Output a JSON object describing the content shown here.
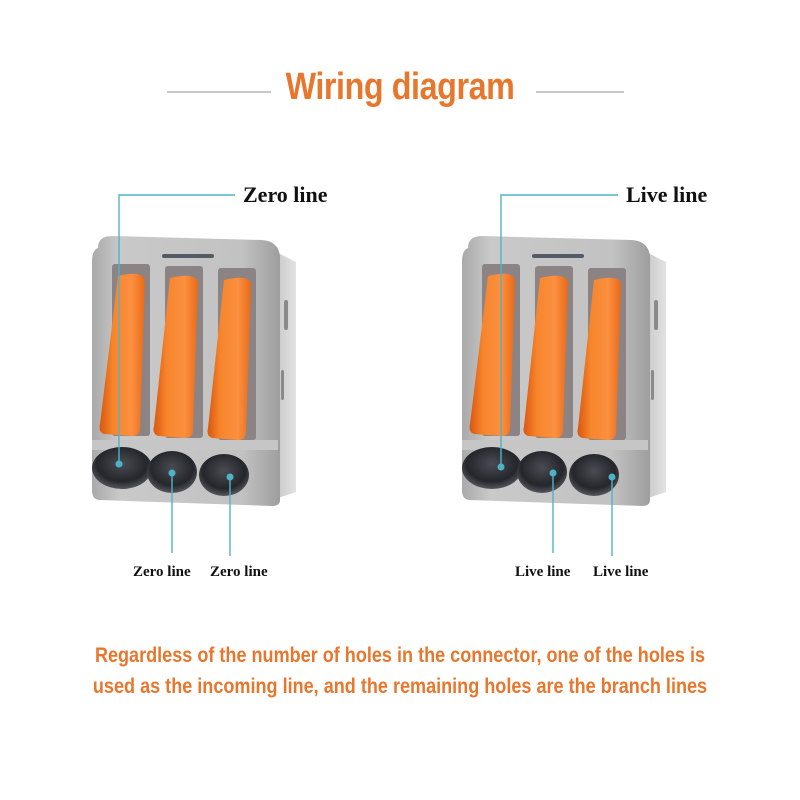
{
  "title": "Wiring diagram",
  "colors": {
    "accent": "#e8772e",
    "leader_line": "#4fb3c8",
    "housing": "#b9b9b9",
    "lever": "#f47a20",
    "hole": "#2b2d33",
    "divider": "#c8c8c8"
  },
  "connectors": [
    {
      "name": "left",
      "top_label": "Zero line",
      "bottom_labels": [
        "Zero line",
        "Zero line"
      ]
    },
    {
      "name": "right",
      "top_label": "Live line",
      "bottom_labels": [
        "Live line",
        "Live line"
      ]
    }
  ],
  "note": "Regardless of the number of holes in the connector, one of the holes is used as the incoming line, and the remaining holes are the branch lines"
}
